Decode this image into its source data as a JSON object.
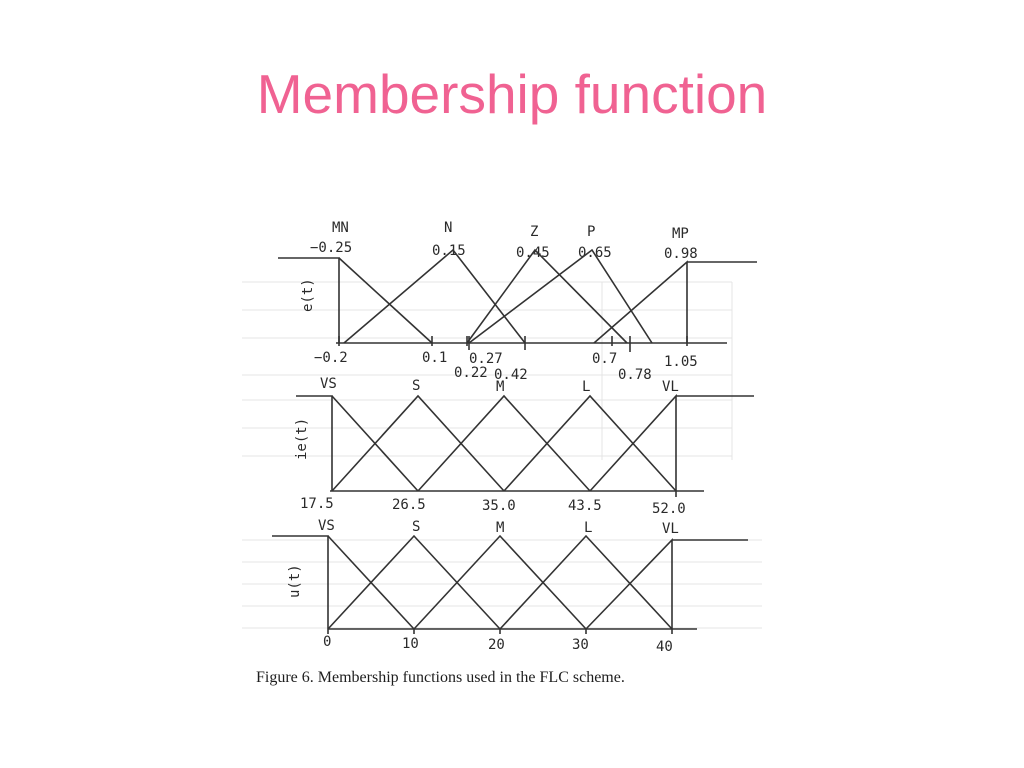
{
  "slide": {
    "title": "Membership function"
  },
  "figure": {
    "caption": "Figure 6. Membership functions used in the FLC scheme.",
    "panels": [
      {
        "id": "e",
        "axis_label": "e(t)",
        "sets": [
          {
            "name": "MN",
            "peak": "−0.25"
          },
          {
            "name": "N",
            "peak": "0.15"
          },
          {
            "name": "Z",
            "peak": "0.45"
          },
          {
            "name": "P",
            "peak": "0.65"
          },
          {
            "name": "MP",
            "peak": "0.98"
          }
        ],
        "ticks": [
          "−0.2",
          "0.1",
          "0.27",
          "0.22",
          "0.42",
          "0.7",
          "0.78",
          "1.05"
        ]
      },
      {
        "id": "ie",
        "axis_label": "ie(t)",
        "sets": [
          {
            "name": "VS"
          },
          {
            "name": "S"
          },
          {
            "name": "M"
          },
          {
            "name": "L"
          },
          {
            "name": "VL"
          }
        ],
        "ticks": [
          "17.5",
          "26.5",
          "35.0",
          "43.5",
          "52.0"
        ]
      },
      {
        "id": "u",
        "axis_label": "u(t)",
        "sets": [
          {
            "name": "VS"
          },
          {
            "name": "S"
          },
          {
            "name": "M"
          },
          {
            "name": "L"
          },
          {
            "name": "VL"
          }
        ],
        "ticks": [
          "0",
          "10",
          "20",
          "30",
          "40"
        ]
      }
    ]
  }
}
